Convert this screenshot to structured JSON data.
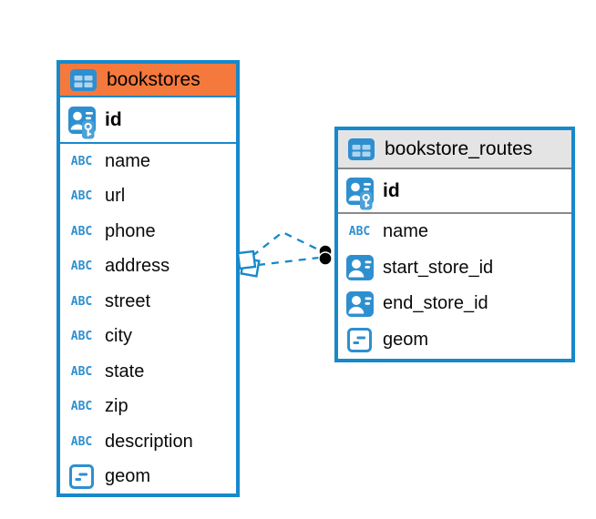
{
  "app": {
    "type": "database-er-diagram"
  },
  "colors": {
    "accent_blue": "#1789ca",
    "icon_blue": "#2e8fd0",
    "bookstores_header": "#f5793d",
    "routes_header": "#e4e4e4",
    "bookstores_separator": "#1789ca",
    "routes_separator": "#8a8a8a",
    "text": "#000000",
    "endpoint_dot": "#000000"
  },
  "tables": [
    {
      "name": "bookstores",
      "icon": "table-icon",
      "header_color": "#f5793d",
      "primary_key": {
        "name": "id",
        "icon": "primary-key-icon"
      },
      "fields": [
        {
          "name": "name",
          "icon": "text-type-icon"
        },
        {
          "name": "url",
          "icon": "text-type-icon"
        },
        {
          "name": "phone",
          "icon": "text-type-icon"
        },
        {
          "name": "address",
          "icon": "text-type-icon"
        },
        {
          "name": "street",
          "icon": "text-type-icon"
        },
        {
          "name": "city",
          "icon": "text-type-icon"
        },
        {
          "name": "state",
          "icon": "text-type-icon"
        },
        {
          "name": "zip",
          "icon": "text-type-icon"
        },
        {
          "name": "description",
          "icon": "text-type-icon"
        },
        {
          "name": "geom",
          "icon": "geometry-type-icon"
        }
      ]
    },
    {
      "name": "bookstore_routes",
      "icon": "table-icon",
      "header_color": "#e4e4e4",
      "primary_key": {
        "name": "id",
        "icon": "primary-key-icon"
      },
      "fields": [
        {
          "name": "name",
          "icon": "text-type-icon"
        },
        {
          "name": "start_store_id",
          "icon": "foreign-key-icon"
        },
        {
          "name": "end_store_id",
          "icon": "foreign-key-icon"
        },
        {
          "name": "geom",
          "icon": "geometry-type-icon"
        }
      ]
    }
  ],
  "relationships": [
    {
      "from_table": "bookstores",
      "to_table": "bookstore_routes",
      "line_style": "dashed",
      "source_marker": "stacked-squares",
      "target_marker": "black-dot"
    },
    {
      "from_table": "bookstores",
      "to_table": "bookstore_routes",
      "line_style": "dashed",
      "source_marker": "stacked-squares",
      "target_marker": "black-dot"
    }
  ]
}
